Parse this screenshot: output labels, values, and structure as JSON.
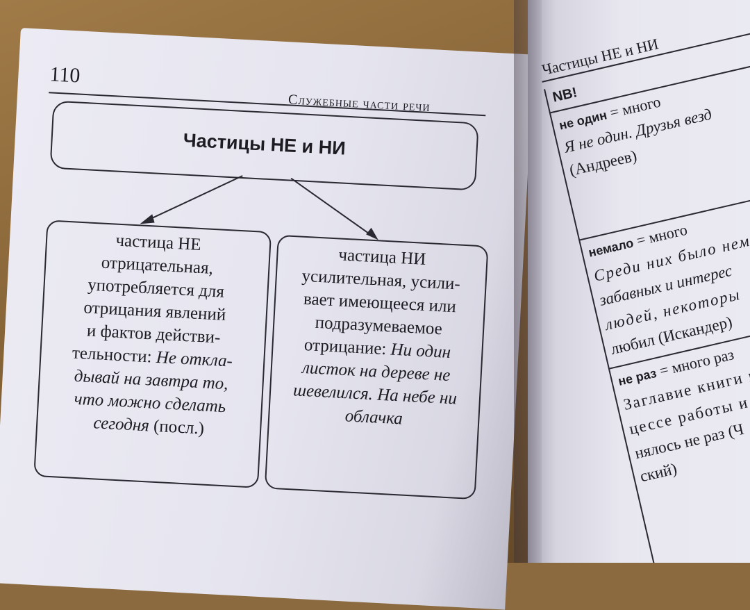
{
  "left_page": {
    "page_number": "110",
    "running_head": "Служебные части речи",
    "diagram_title": "Частицы НЕ и НИ",
    "ne_box": {
      "heading": "частица НЕ",
      "line1": "отрицательная,",
      "line2": "употребляется для",
      "line3": "отрицания явлений",
      "line4": "и фактов действи-",
      "line5_plain": "тельности: ",
      "line5_italic": "Не откла-",
      "line6": "дывай на завтра то,",
      "line7": "что можно сделать",
      "line8_italic": "сегодня",
      "line8_plain": " (посл.)"
    },
    "ni_box": {
      "heading": "частица НИ",
      "line1": "усилительная, усили-",
      "line2": "вает имеющееся или",
      "line3": "подразумеваемое",
      "line4_plain": "отрицание: ",
      "line4_italic": "Ни один",
      "line5": "листок на дереве не",
      "line6": "шевелился. На небе ни",
      "line7": "облачка"
    }
  },
  "right_page": {
    "running_head": "Частицы НЕ и НИ",
    "nb": "NB!",
    "entry1_term": "не один",
    "entry1_meaning": " = много",
    "entry1_ex1": "Я не один. Друзья везд",
    "entry1_ex2": "(Андреев)",
    "entry2_term": "немало",
    "entry2_meaning": " = много",
    "entry2_ex1": "Среди них было нема",
    "entry2_ex2": "забавных и интерес",
    "entry2_ex3": "людей, некоторы",
    "entry2_ex4": "любил (Искандер)",
    "entry3_term": "не раз",
    "entry3_meaning": " = много раз",
    "entry3_ex1": "Заглавие книги в",
    "entry3_ex2": "цессе работы и",
    "entry3_ex3": "нялось не раз (Ч",
    "entry3_ex4": "ский)"
  },
  "colors": {
    "ink": "#1e1c22",
    "paper": "#e8e7f0",
    "table": "#8a6a3e"
  }
}
